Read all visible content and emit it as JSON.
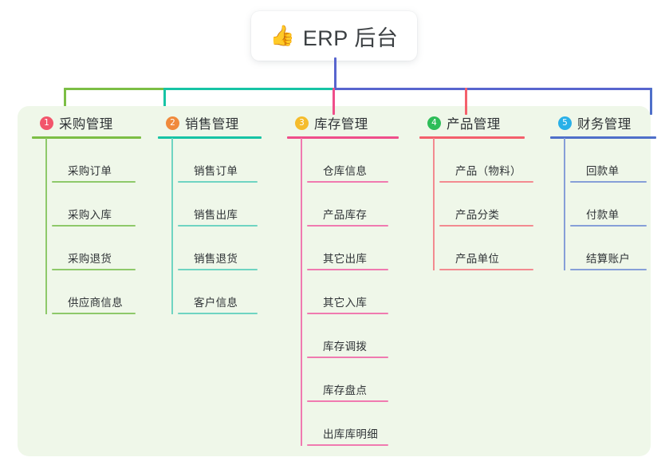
{
  "root": {
    "icon": "thumbs-up-emoji",
    "emoji": "👍",
    "label": "ERP 后台"
  },
  "palette": {
    "panel_bg": "#eff7e9",
    "page_bg": "#ffffff",
    "text": "#2f3336",
    "connector_green": "#7cbe45",
    "connector_teal": "#17c4a5",
    "connector_indigo": "#5865ce",
    "drop_pink": "#ef4e8a",
    "drop_red": "#f4606c",
    "drop_blue": "#4f6fc9"
  },
  "columns": [
    {
      "index": "1",
      "badge_color": "#f2556b",
      "line_color": "#7cbe45",
      "rule_color": "#8ec96a",
      "title": "采购管理",
      "items": [
        "采购订单",
        "采购入库",
        "采购退货",
        "供应商信息"
      ]
    },
    {
      "index": "2",
      "badge_color": "#f08a3c",
      "line_color": "#17c4a5",
      "rule_color": "#6fd4c2",
      "title": "销售管理",
      "items": [
        "销售订单",
        "销售出库",
        "销售退货",
        "客户信息"
      ]
    },
    {
      "index": "3",
      "badge_color": "#f5bc2b",
      "line_color": "#ef4e8a",
      "rule_color": "#f07ab0",
      "title": "库存管理",
      "items": [
        "仓库信息",
        "产品库存",
        "其它出库",
        "其它入库",
        "库存调拨",
        "库存盘点",
        "出库库明细"
      ]
    },
    {
      "index": "4",
      "badge_color": "#2ebd59",
      "line_color": "#f4606c",
      "rule_color": "#f38a90",
      "title": "产品管理",
      "items": [
        "产品（物料）",
        "产品分类",
        "产品单位"
      ]
    },
    {
      "index": "5",
      "badge_color": "#29b0e8",
      "line_color": "#4f6fc9",
      "rule_color": "#869fd8",
      "title": "财务管理",
      "items": [
        "回款单",
        "付款单",
        "结算账户"
      ]
    }
  ]
}
